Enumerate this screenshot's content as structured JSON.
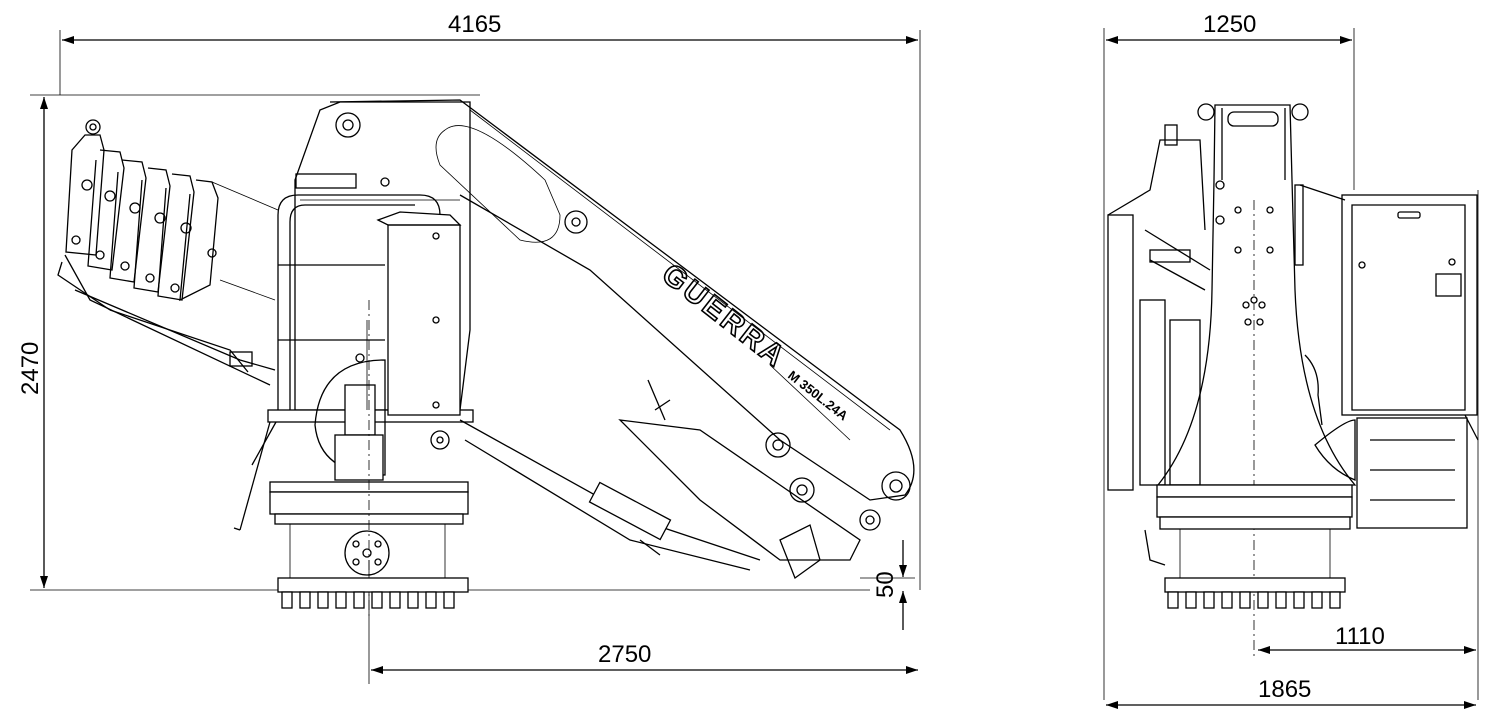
{
  "dimensions": {
    "overall_length": "4165",
    "overall_height": "2470",
    "base_offset": "50",
    "reach_from_axis": "2750",
    "side_top_width": "1250",
    "side_right_offset": "1110",
    "side_overall_width": "1865"
  },
  "labels": {
    "brand": "GUERRA",
    "model": "M 350L.24A"
  }
}
